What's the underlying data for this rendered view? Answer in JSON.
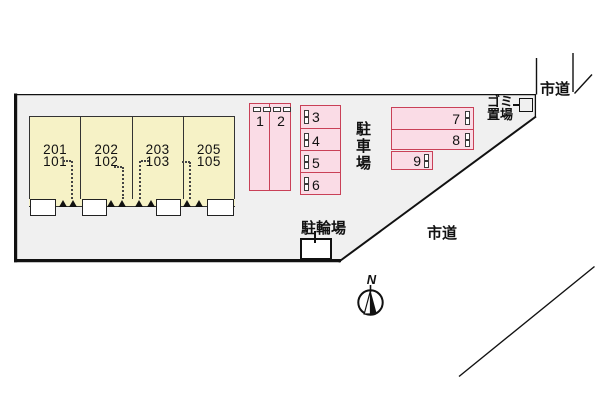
{
  "building": {
    "units": [
      {
        "upper": "201",
        "lower": "101"
      },
      {
        "upper": "202",
        "lower": "102"
      },
      {
        "upper": "203",
        "lower": "103"
      },
      {
        "upper": "205",
        "lower": "105"
      }
    ]
  },
  "parking": {
    "area_label": "駐車場",
    "stall_numbers": [
      "1",
      "2",
      "3",
      "4",
      "5",
      "6",
      "7",
      "8",
      "9"
    ]
  },
  "bicycle_parking": {
    "label": "駐輪場"
  },
  "garbage_area": {
    "line1": "ゴミ",
    "line2": "置場"
  },
  "roads": {
    "north_label": "市道",
    "south_label": "市道"
  },
  "compass": {
    "label": "N"
  },
  "colors": {
    "building_fill": "#F6F2C6",
    "parking_fill": "#FADCE6",
    "parking_border": "#C94057",
    "site_fill": "#F0F0F0",
    "line": "#111111"
  }
}
